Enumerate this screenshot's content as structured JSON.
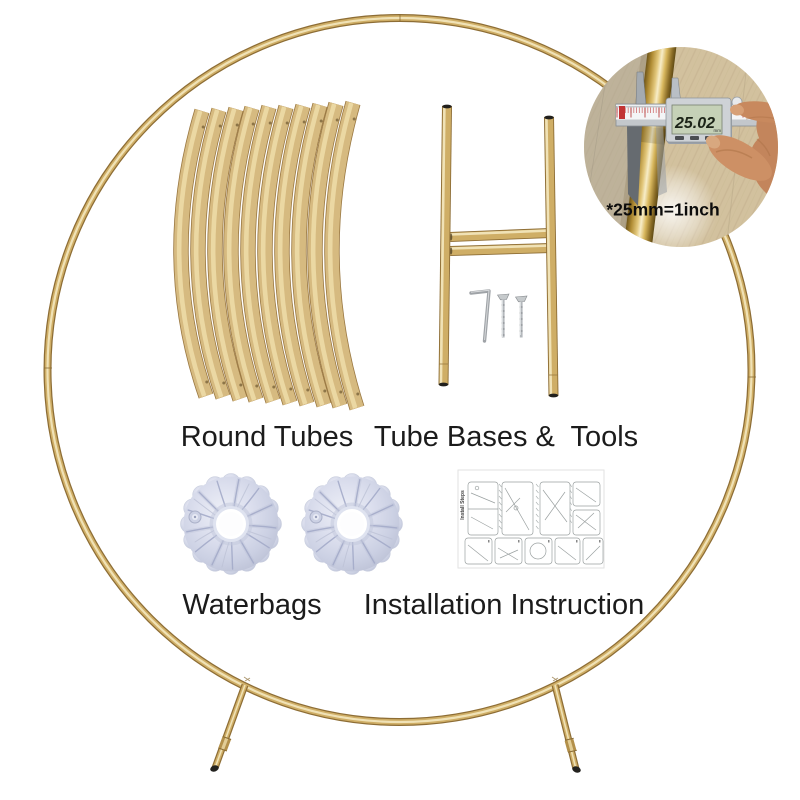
{
  "labels": {
    "round_tubes": "Round Tubes",
    "tube_bases_tools": "Tube Bases &  Tools",
    "waterbags": "Waterbags",
    "installation_instruction": "Installation Instruction",
    "measure_note": "*25mm=1inch",
    "install_steps": "Install Steps"
  },
  "caliper": {
    "reading": "25.02",
    "unit": "mm"
  },
  "colors": {
    "gold_mid": "#cfae66",
    "gold_dark": "#8d6d35",
    "gold_light": "#f0e2b6",
    "waterbag_fill": "#d6daea",
    "waterbag_line": "#a4abc9",
    "lcd_green": "#c5d1b7",
    "skin": "#c98e63",
    "wood": "#d2c19e",
    "text": "#1b1b1b",
    "tick_red": "#c03434"
  }
}
